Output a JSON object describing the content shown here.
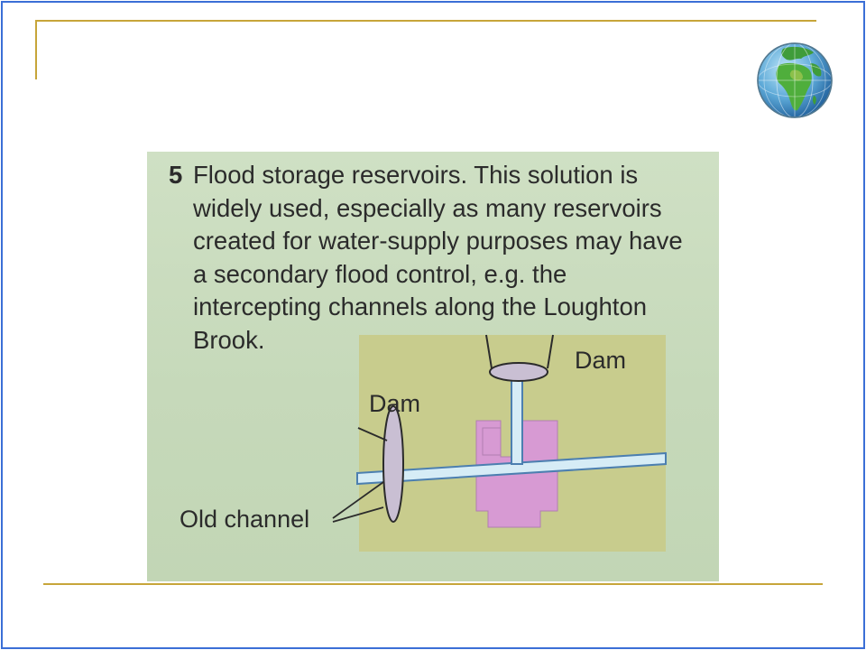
{
  "slide": {
    "title": ""
  },
  "photo": {
    "item_number": "5",
    "text_lines": [
      "Flood storage reservoirs. This solution is",
      "widely used, especially as many reservoirs",
      "created for water-supply purposes may have",
      "a secondary flood control, e.g. the",
      "intercepting channels along the Loughton",
      "Brook."
    ],
    "diagram": {
      "label_dam_top": "Dam",
      "label_dam_left": "Dam",
      "label_old_channel": "Old channel"
    },
    "colors": {
      "map_background": "#c8cc8d",
      "urban_area": "#d79ad3",
      "channel_fill": "#d6ecf6",
      "channel_outline": "#4c7fb0",
      "dam_fill": "#c9bfd3"
    }
  },
  "decor": {
    "globe_icon": "globe-icon",
    "accent_rule_color": "#c7a53a",
    "frame_color": "#3b6fd6"
  }
}
